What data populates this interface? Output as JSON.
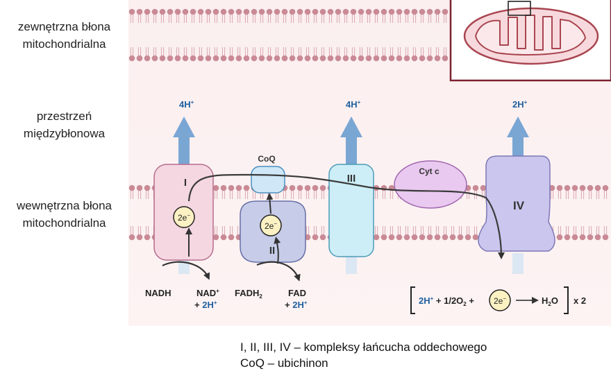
{
  "labels": {
    "outer_membrane_line1": "zewnętrzna błona",
    "outer_membrane_line2": "mitochondrialna",
    "intermembrane_line1": "przestrzeń",
    "intermembrane_line2": "międzybłonowa",
    "inner_membrane_line1": "wewnętrzna błona",
    "inner_membrane_line2": "mitochondrialna"
  },
  "complexes": {
    "c1": "I",
    "coq": "CoQ",
    "c2": "II",
    "c3": "III",
    "cytc": "Cyt c",
    "c4": "IV"
  },
  "protons": {
    "p1": "4H",
    "p3": "4H",
    "p4": "2H",
    "sup": "+"
  },
  "electrons": {
    "two_e": "2e",
    "sup": "−"
  },
  "substrates": {
    "nadh": "NADH",
    "nad": "NAD",
    "nad_sup": "+",
    "plus_2h": "+ 2H",
    "fadh2": "FADH",
    "fadh2_sub": "2",
    "fad": "FAD"
  },
  "equation": {
    "part1": "2H",
    "part2": " + 1/2O",
    "sub2": "2",
    "part3": " +",
    "water": "H",
    "water_sub": "2",
    "water_o": "O",
    "times": "x 2"
  },
  "captions": {
    "line1": "I, II, III, IV – kompleksy łańcucha oddechowego",
    "line2": "CoQ – ubichinon"
  },
  "colors": {
    "proton_blue": "#1f5f9e",
    "arrow_blue": "#7aa6d3",
    "complex1_fill": "#f5d7e1",
    "complex1_stroke": "#b56c8c",
    "complex2_fill": "#c7cce8",
    "complex3_fill": "#cdeef6",
    "complex3_stroke": "#4b9bb8",
    "cytc_fill": "#e9c9ef",
    "complex4_fill": "#cac6ee",
    "lipid_head": "#c98a95"
  }
}
